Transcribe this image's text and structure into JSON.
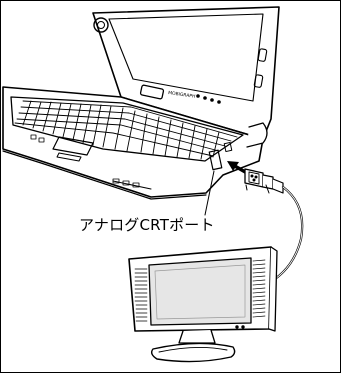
{
  "illustration": {
    "subjects": [
      "notebook-computer",
      "crt-cable",
      "external-monitor"
    ],
    "line_color": "#000000",
    "background": "#ffffff",
    "monitor_screen_fill": "#e6e6e6"
  },
  "callout": {
    "label": "アナログCRTポート"
  },
  "laptop": {
    "brand": "MOBIGRAPH"
  }
}
